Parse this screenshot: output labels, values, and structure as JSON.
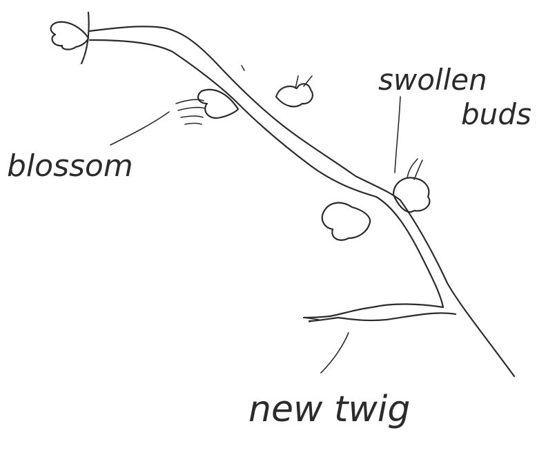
{
  "labels": {
    "blossom": "blossom",
    "swollen_buds_line1": "swollen",
    "swollen_buds_line2": "buds",
    "new_twig": "new twig"
  },
  "colors": {
    "ink": "#2b2b2b",
    "paper": "#ffffff"
  }
}
